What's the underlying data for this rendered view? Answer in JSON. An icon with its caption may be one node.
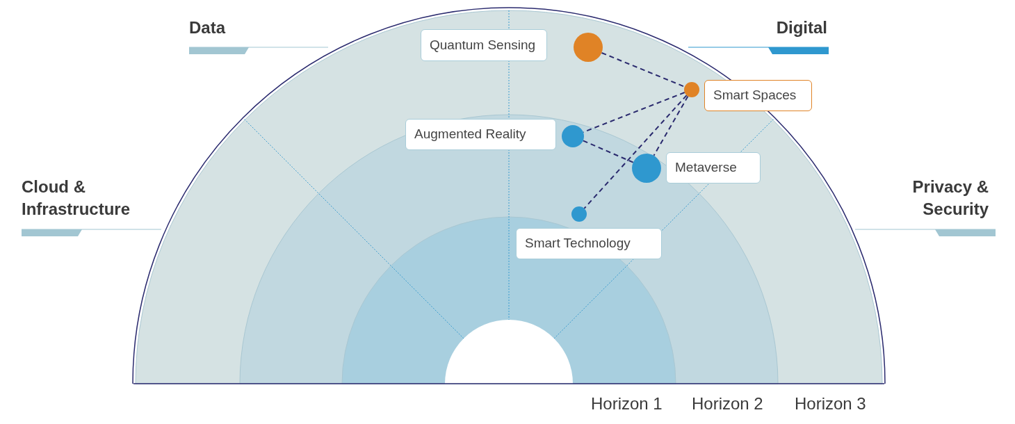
{
  "diagram": {
    "nodes": [
      {
        "text": [
          "Quantum Sensing"
        ]
      },
      {
        "text": [],
        "shape": "circle"
      },
      {
        "text": [],
        "shape": "circle"
      },
      {
        "text": [
          "Smart Spaces"
        ]
      },
      {
        "text": [
          "Augmented Reality"
        ]
      },
      {
        "text": [],
        "shape": "circle"
      },
      {
        "text": [],
        "shape": "circle"
      },
      {
        "text": [
          "Metaverse"
        ]
      },
      {
        "text": [],
        "shape": "circle"
      },
      {
        "text": [
          "Smart Technology"
        ]
      }
    ],
    "edges": [
      {
        "from": 1,
        "to": 2,
        "arrow": "none",
        "style": "dashed"
      },
      {
        "from": 2,
        "to": 5,
        "arrow": "none",
        "style": "dashed"
      },
      {
        "from": 2,
        "to": 6,
        "arrow": "none",
        "style": "dashed"
      },
      {
        "from": 2,
        "to": 8,
        "arrow": "none",
        "style": "dashed"
      },
      {
        "from": 5,
        "to": 6,
        "arrow": "none",
        "style": "dashed"
      }
    ],
    "labels": [
      "Data",
      "Digital",
      "Cloud & Infrastructure",
      "Privacy & Security",
      "Horizon 1",
      "Horizon 2",
      "Horizon 3"
    ]
  }
}
